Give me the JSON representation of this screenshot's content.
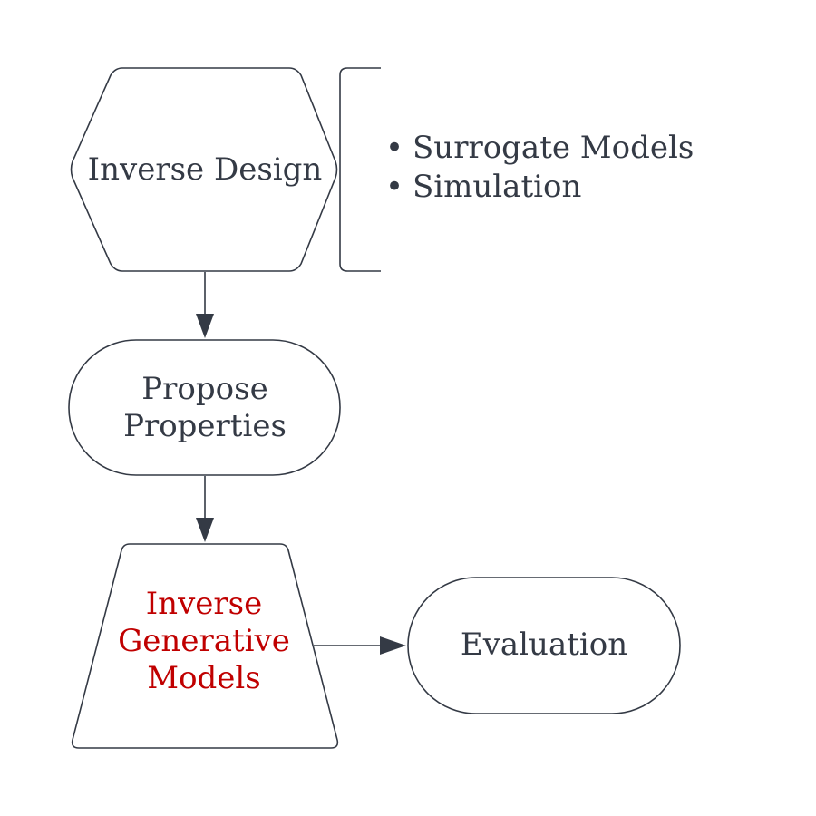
{
  "colors": {
    "stroke": "#343a45",
    "text": "#343a45",
    "accent_text": "#c00000",
    "background": "#ffffff"
  },
  "nodes": {
    "inverse_design": {
      "shape": "hexagon",
      "label": "Inverse Design"
    },
    "propose_properties": {
      "shape": "rounded-pill",
      "lines": [
        "Propose",
        "Properties"
      ]
    },
    "inverse_generative_models": {
      "shape": "trapezoid",
      "lines": [
        "Inverse",
        "Generative",
        "Models"
      ],
      "text_color": "#c00000"
    },
    "evaluation": {
      "shape": "rounded-pill",
      "label": "Evaluation"
    }
  },
  "annotation": {
    "shape": "left-bracket",
    "bullet_symbol": "•",
    "items": [
      "Surrogate Models",
      "Simulation"
    ]
  },
  "edges": [
    {
      "from": "inverse_design",
      "to": "propose_properties"
    },
    {
      "from": "propose_properties",
      "to": "inverse_generative_models"
    },
    {
      "from": "inverse_generative_models",
      "to": "evaluation"
    }
  ]
}
